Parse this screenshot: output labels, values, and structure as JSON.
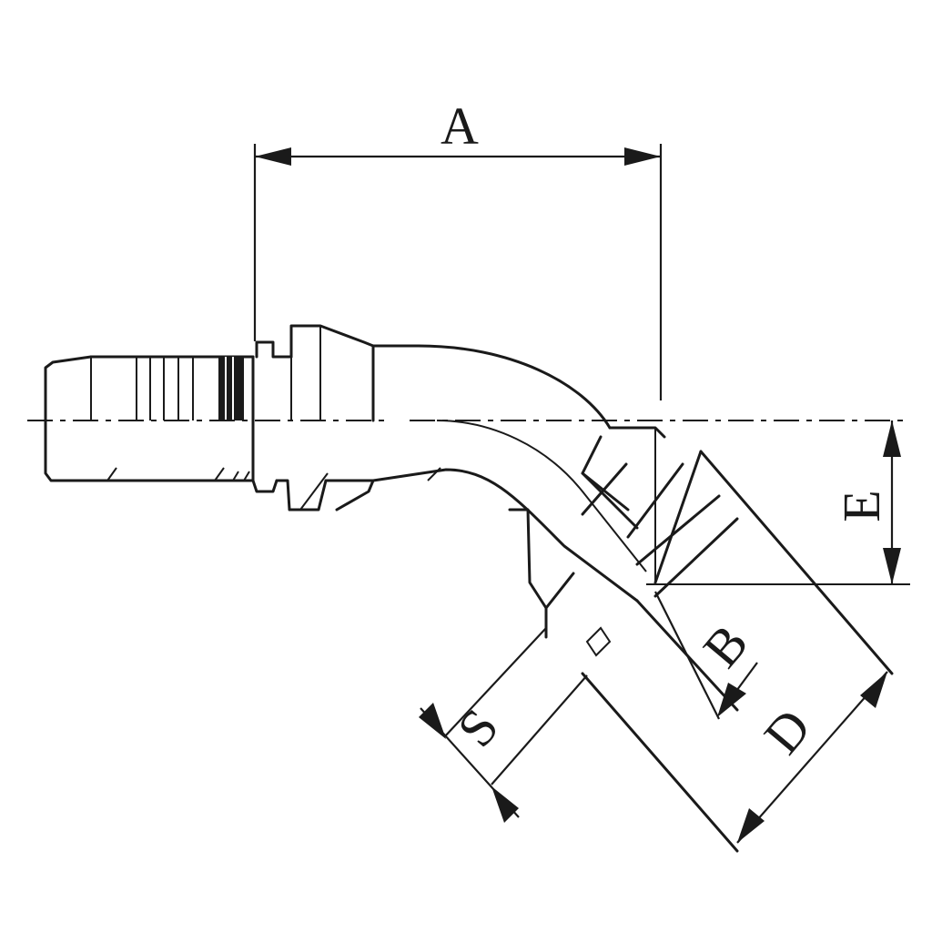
{
  "labels": {
    "A": "A",
    "B": "B",
    "D": "D",
    "E": "E",
    "S": "S"
  },
  "colors": {
    "line": "#1a1a1a",
    "background": "#ffffff"
  }
}
